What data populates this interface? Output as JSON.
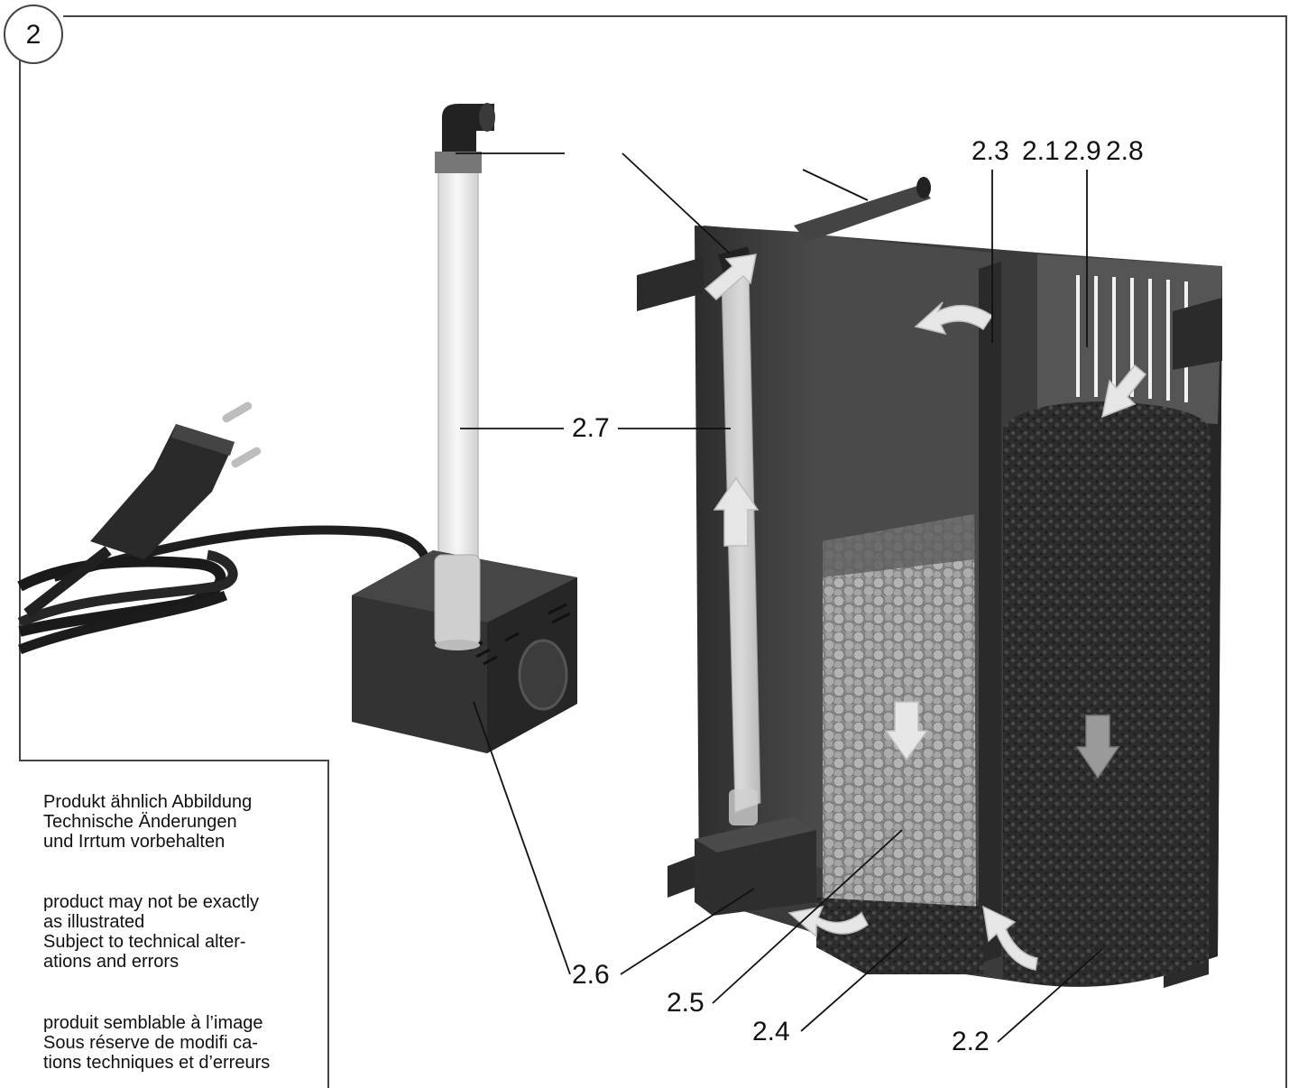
{
  "figure_number": "2",
  "labels": {
    "l_2_3": "2.3",
    "l_2_1": "2.1",
    "l_2_9": "2.9",
    "l_2_8": "2.8",
    "l_2_7": "2.7",
    "l_2_6": "2.6",
    "l_2_5": "2.5",
    "l_2_4": "2.4",
    "l_2_2": "2.2"
  },
  "notes": {
    "de": [
      "Produkt ähnlich Abbildung",
      "Technische Änderungen",
      "und Irrtum vorbehalten"
    ],
    "en": [
      "product may not be exactly",
      "as illustrated",
      "Subject to technical alter-",
      "ations and errors"
    ],
    "fr": [
      "produit semblable à l’image",
      "Sous réserve de modifi ca-",
      "tions techniques et d’erreurs"
    ]
  },
  "colors": {
    "frame": "#444444",
    "housing": "#3a3a3a",
    "sponge": "#2e2e2e",
    "ceramic": "#9a9a9a",
    "tube": "#e8e8e8",
    "arrow": "#e6e6e6"
  }
}
